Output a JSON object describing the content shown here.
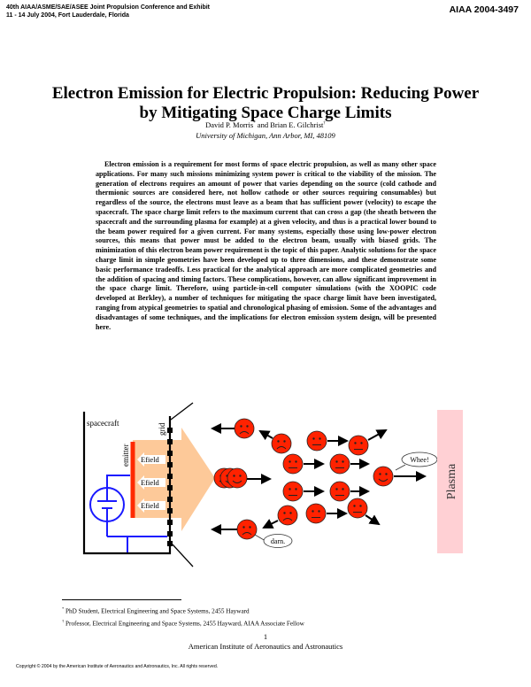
{
  "header": {
    "conference_line1": "40th AIAA/ASME/SAE/ASEE Joint Propulsion Conference and Exhibit",
    "conference_line2": "11 - 14 July 2004, Fort Lauderdale, Florida",
    "paper_id": "AIAA 2004-3497"
  },
  "title": {
    "line1": "Electron Emission for Electric Propulsion: Reducing Power",
    "line2": "by Mitigating Space Charge Limits"
  },
  "authors": {
    "author1": "David P. Morris",
    "author1_mark": "*",
    "connector": " and ",
    "author2": "Brian E. Gilchrist",
    "author2_mark": "†",
    "affiliation": "University of Michigan, Ann Arbor, MI, 48109"
  },
  "abstract": "Electron emission is a requirement for most forms of space electric propulsion, as well as many other space applications. For many such missions minimizing system power is critical to the viability of the mission. The generation of electrons requires an amount of power that varies depending on the source (cold cathode and thermionic sources are considered here, not hollow cathode or other sources requiring consumables) but regardless of the source, the electrons must leave as a beam that has sufficient power (velocity) to escape the spacecraft. The space charge limit refers to the maximum current that can cross a gap (the sheath between the spacecraft and the surrounding plasma for example) at a given velocity, and thus is a practical lower bound to the beam power required for a given current. For many systems, especially those using low-power electron sources, this means that power must be added to the electron beam, usually with biased grids. The minimization of this electron beam power requirement is the topic of this paper. Analytic solutions for the space charge limit in simple geometries have been developed up to three dimensions, and these demonstrate some basic performance tradeoffs. Less practical for the analytical approach are more complicated geometries and the addition of spacing and timing factors. These complications, however, can allow significant improvement in the space charge limit. Therefore, using particle-in-cell computer simulations (with the XOOPIC code developed at Berkley), a number of techniques for mitigating the space charge limit have been investigated, ranging from atypical geometries to spatial and chronological phasing of emission. Some of the advantages and disadvantages of some techniques, and the implications for electron emission system design, will be presented here.",
  "figure": {
    "labels": {
      "spacecraft": "spacecraft",
      "grid": "grid",
      "emitter": "emitter",
      "efield": [
        "Efield",
        "Efield",
        "Efield"
      ],
      "plasma": "Plasma",
      "speech_whee": "Whee!",
      "speech_darn": "darn."
    },
    "colors": {
      "beam": "#fdc999",
      "emitter": "#ff2a00",
      "electron_face": "#ff2200",
      "circuit": "#1a1aff",
      "plasma": "#ffd0d4"
    }
  },
  "footnotes": [
    {
      "mark": "*",
      "text": "PhD Student, Electrical Engineering and Space Systems, 2455 Hayward"
    },
    {
      "mark": "†",
      "text": "Professor, Electrical Engineering and Space Systems, 2455 Hayward, AIAA Associate Fellow"
    }
  ],
  "footer": {
    "page_number": "1",
    "organization": "American Institute of Aeronautics and Astronautics",
    "copyright": "Copyright © 2004 by the American Institute of Aeronautics and Astronautics, Inc. All rights reserved."
  }
}
